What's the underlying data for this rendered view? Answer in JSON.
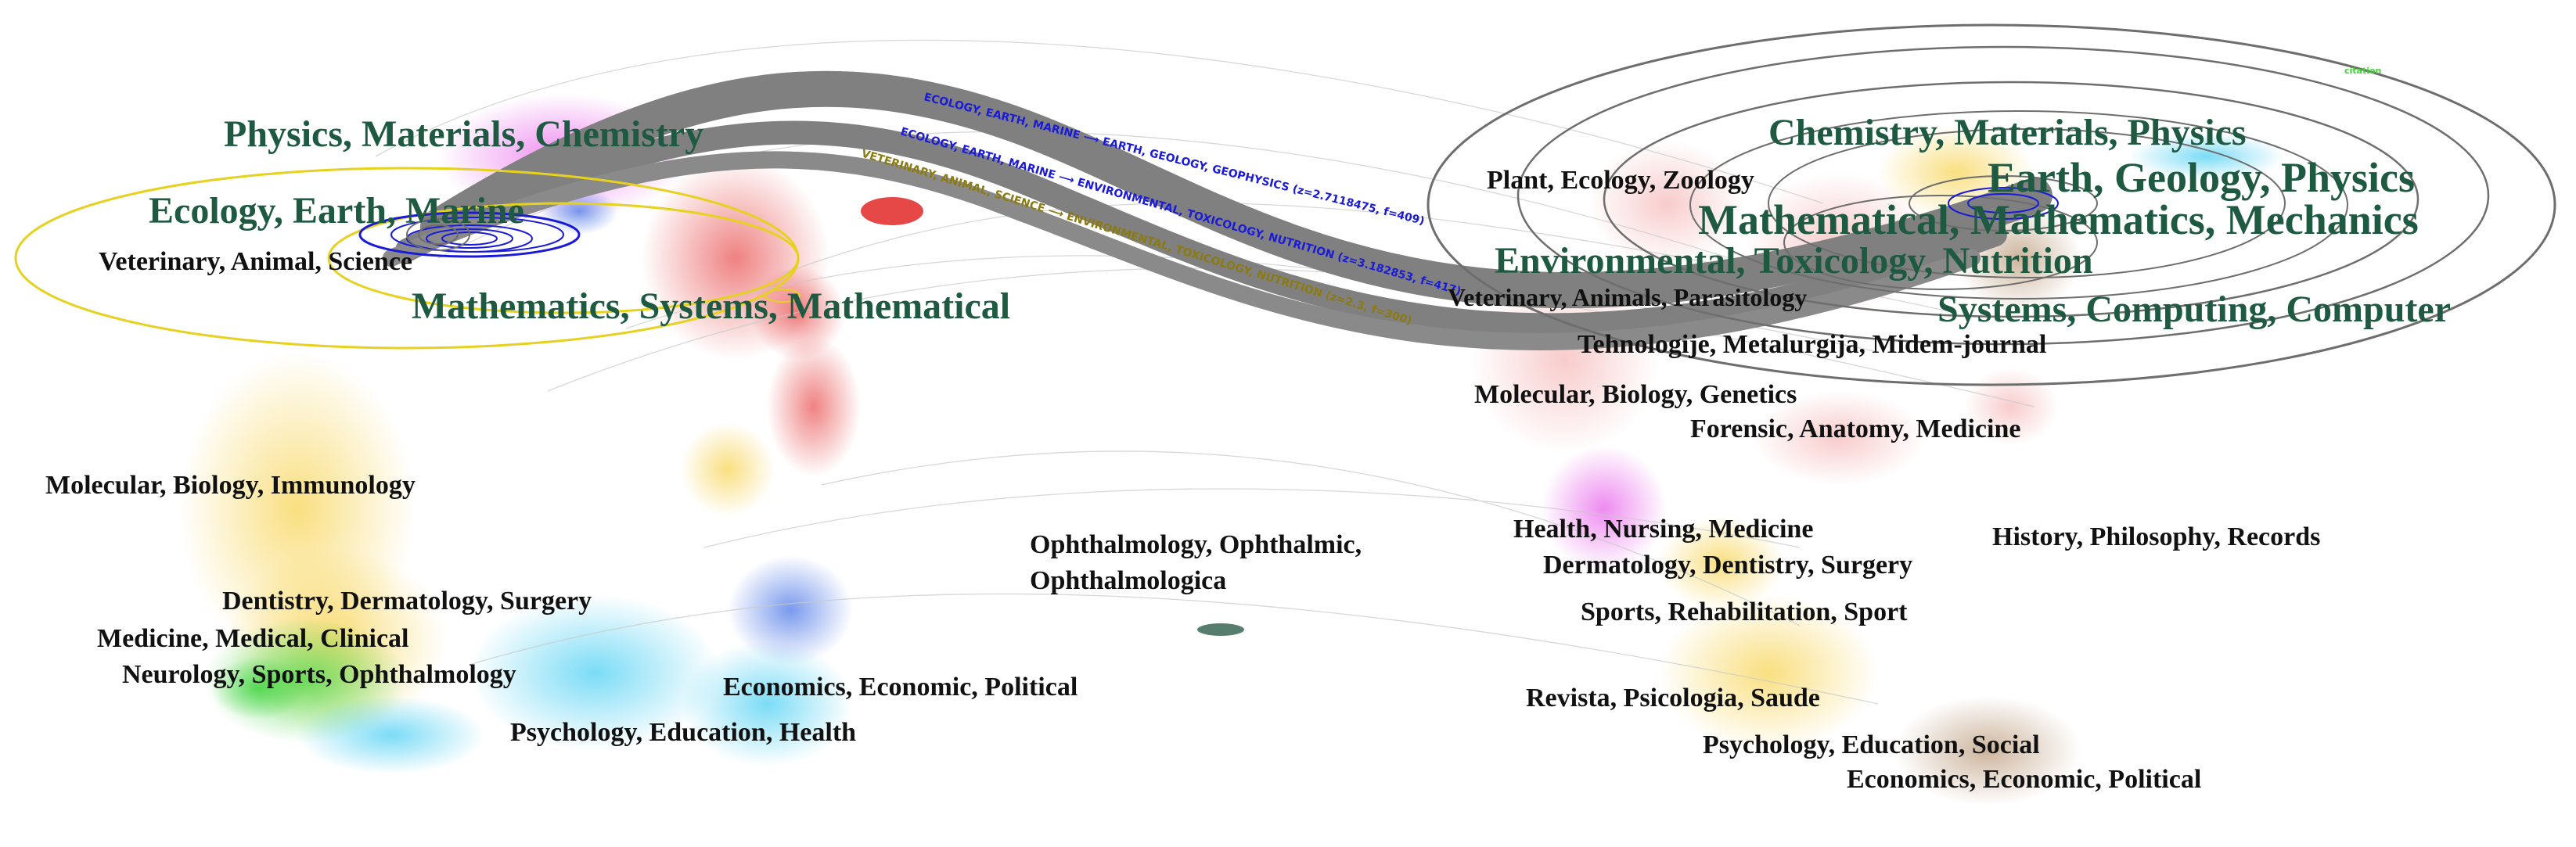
{
  "colors": {
    "cluster_label": "#1e5a41",
    "label": "#111111",
    "flow": "#808080",
    "ellipse_yellow": "#e6d21e",
    "ellipse_blue": "#1a1ad9",
    "ellipse_grey": "#6e6e6e"
  },
  "left_map": {
    "major_labels": [
      "Physics, Materials, Chemistry",
      "Ecology, Earth, Marine",
      "Mathematics, Systems, Mathematical"
    ],
    "minor_labels": [
      "Veterinary, Animal, Science",
      "Molecular, Biology, Immunology",
      "Dentistry, Dermatology, Surgery",
      "Medicine, Medical, Clinical",
      "Neurology, Sports, Ophthalmology",
      "Economics, Economic, Political",
      "Psychology, Education, Health"
    ]
  },
  "center": {
    "label_line1": "Ophthalmology, Ophthalmic,",
    "label_line2": "Ophthalmologica"
  },
  "right_map": {
    "major_labels": [
      "Chemistry, Materials, Physics",
      "Earth, Geology, Physics",
      "Mathematical, Mathematics, Mechanics",
      "Environmental, Toxicology, Nutrition",
      "Systems, Computing, Computer"
    ],
    "minor_labels": [
      "Plant, Ecology, Zoology",
      "Veterinary, Animals, Parasitology",
      "Tehnologije, Metalurgija, Midem-journal",
      "Molecular, Biology, Genetics",
      "Forensic, Anatomy, Medicine",
      "Health, Nursing, Medicine",
      "History, Philosophy, Records",
      "Dermatology, Dentistry, Surgery",
      "Sports, Rehabilitation, Sport",
      "Revista, Psicologia, Saude",
      "Psychology, Education, Social",
      "Economics, Economic, Political"
    ],
    "tiny_label": "citation"
  },
  "flows": [
    "ECOLOGY, EARTH, MARINE ⟶ EARTH, GEOLOGY, GEOPHYSICS (z=2.7118475, f=409)",
    "ECOLOGY, EARTH, MARINE ⟶ ENVIRONMENTAL, TOXICOLOGY, NUTRITION (z=3.182853, f=417)",
    "VETERINARY, ANIMAL, SCIENCE ⟶ ENVIRONMENTAL, TOXICOLOGY, NUTRITION (z=2.3, f=300)"
  ]
}
